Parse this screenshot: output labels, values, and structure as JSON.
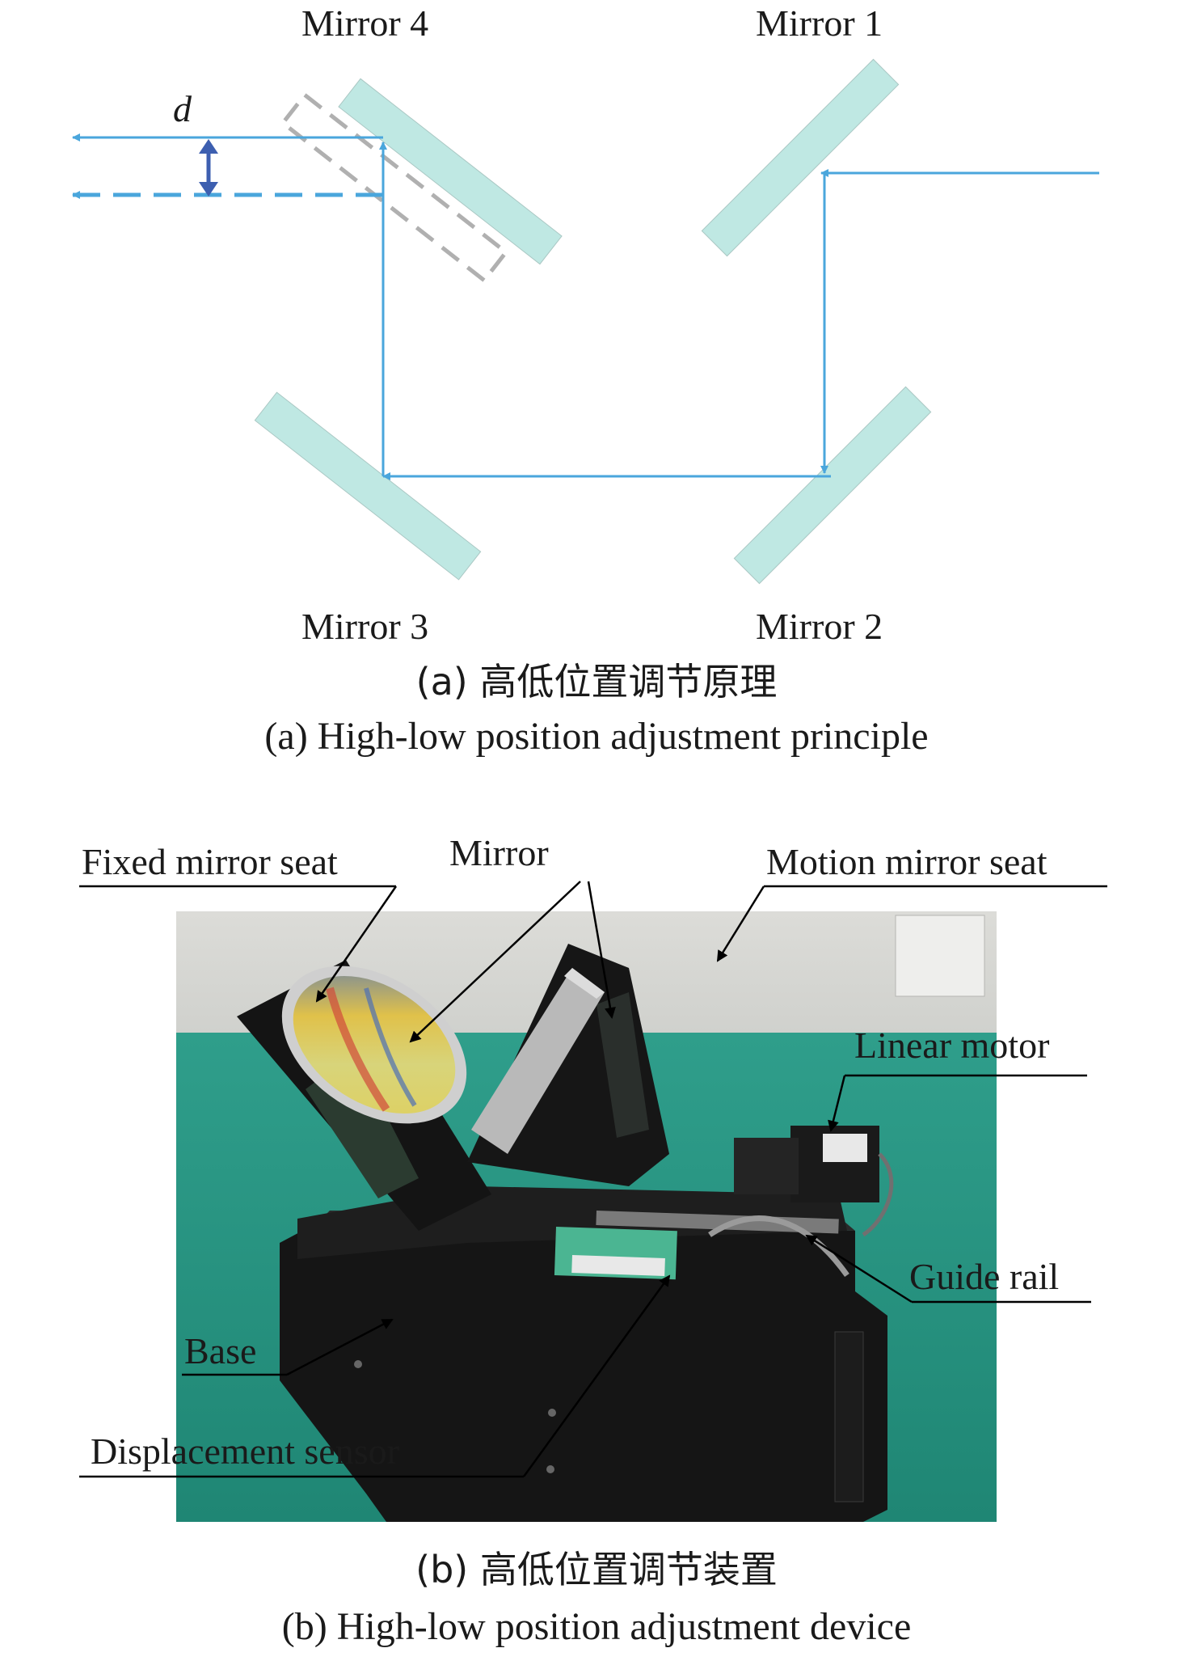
{
  "figure_a": {
    "labels": {
      "mirror4": "Mirror 4",
      "mirror1": "Mirror 1",
      "mirror3": "Mirror 3",
      "mirror2": "Mirror 2",
      "offset": "d"
    },
    "caption_zh": "(a) 高低位置调节原理",
    "caption_en": "(a) High-low position adjustment principle"
  },
  "figure_b": {
    "labels": {
      "fixed_mirror_seat": "Fixed mirror seat",
      "mirror": "Mirror",
      "motion_mirror_seat": "Motion mirror seat",
      "linear_motor": "Linear motor",
      "guide_rail": "Guide rail",
      "base": "Base",
      "displacement_sensor": "Displacement sensor"
    },
    "caption_zh": "(b) 高低位置调节装置",
    "caption_en": "(b) High-low position adjustment device"
  },
  "colors": {
    "mirror_fill": "#bfe8e3",
    "beam": "#4aa6dc",
    "arrow_d": "#3d5fb0",
    "ghost_mirror": "#b0b0b0",
    "table_green": "#2a9a86"
  }
}
